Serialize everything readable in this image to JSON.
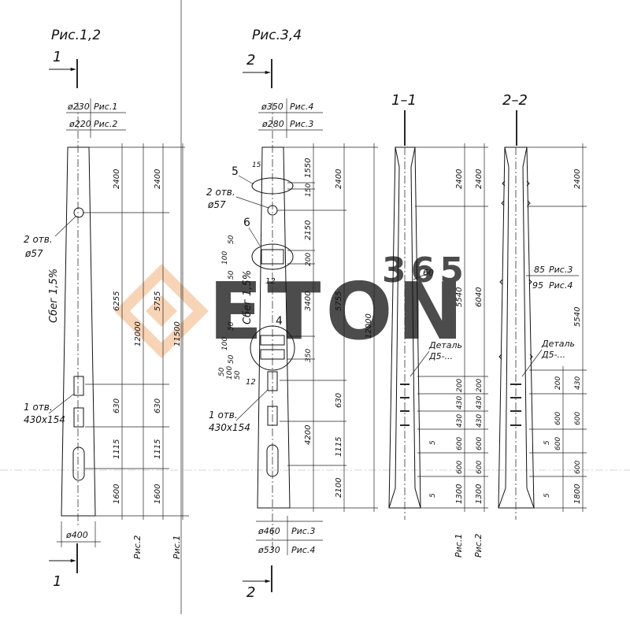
{
  "watermark": {
    "brand": "ETON",
    "number": "365",
    "colors": {
      "grey": "#c8c8c8",
      "orange": "#f6b98a"
    }
  },
  "fig12": {
    "title": "Рис.1,2",
    "section_mark": "1",
    "top_dims": [
      {
        "value": "ø230",
        "ref": "Рис.1"
      },
      {
        "value": "ø220",
        "ref": "Рис.2"
      }
    ],
    "bottom_dim": "ø400",
    "hole_label": [
      "2 отв.",
      "ø57"
    ],
    "taper": "Сбег 1,5%",
    "slot_label": [
      "1 отв.",
      "430x154"
    ],
    "dims_col1": [
      "2400",
      "6255",
      "630",
      "1115",
      "1600"
    ],
    "dims_col2": [
      "12000"
    ],
    "dims_col3": [
      "2400",
      "5755",
      "630",
      "1115",
      "1600"
    ],
    "dims_col4": [
      "11500"
    ],
    "col_refs": [
      "Рис.2",
      "Рис.1"
    ]
  },
  "fig34": {
    "title": "Рис.3,4",
    "section_mark": "2",
    "top_dims": [
      {
        "value": "ø350",
        "ref": "Рис.4"
      },
      {
        "value": "ø280",
        "ref": "Рис.3"
      }
    ],
    "bottom_dims": [
      {
        "value": "ø460",
        "ref": "Рис.3"
      },
      {
        "value": "ø530",
        "ref": "Рис.4"
      }
    ],
    "callouts": [
      "5",
      "6",
      "4"
    ],
    "hole_label": [
      "2 отв.",
      "ø57"
    ],
    "taper": "Сбег 1,5%",
    "slot_label": [
      "1 отв.",
      "430x154"
    ],
    "small_dims": [
      "15",
      "50",
      "100",
      "50",
      "12",
      "50",
      "100",
      "50",
      "50",
      "100",
      "50",
      "12"
    ],
    "dims_col1": [
      "1550",
      "150",
      "2150",
      "200",
      "3400",
      "350",
      "630",
      "4200",
      "2100"
    ],
    "dims_col2": [
      "2400",
      "5755",
      "1115"
    ],
    "dims_col3": [
      "12000"
    ]
  },
  "sec11": {
    "title": "1–1",
    "wall_dim": "60",
    "detail_label": [
      "Деталь",
      "Д5-..."
    ],
    "small_dims": [
      "5",
      "5"
    ],
    "dims_col1": [
      "2400",
      "5540",
      "200",
      "430",
      "430",
      "600",
      "600",
      "1300"
    ],
    "dims_col2": [
      "2400",
      "6040",
      "200",
      "430",
      "430",
      "600",
      "600",
      "1300"
    ],
    "col_refs": [
      "Рис.1",
      "Рис.2"
    ]
  },
  "sec22": {
    "title": "2–2",
    "wall_dims": [
      {
        "value": "85",
        "ref": "Рис.3"
      },
      {
        "value": "95",
        "ref": "Рис.4"
      }
    ],
    "detail_label": [
      "Деталь",
      "Д5-..."
    ],
    "small_dims": [
      "5",
      "5"
    ],
    "dims_col1": [
      "2400",
      "5540",
      "200",
      "430",
      "600",
      "600",
      "1800"
    ]
  }
}
